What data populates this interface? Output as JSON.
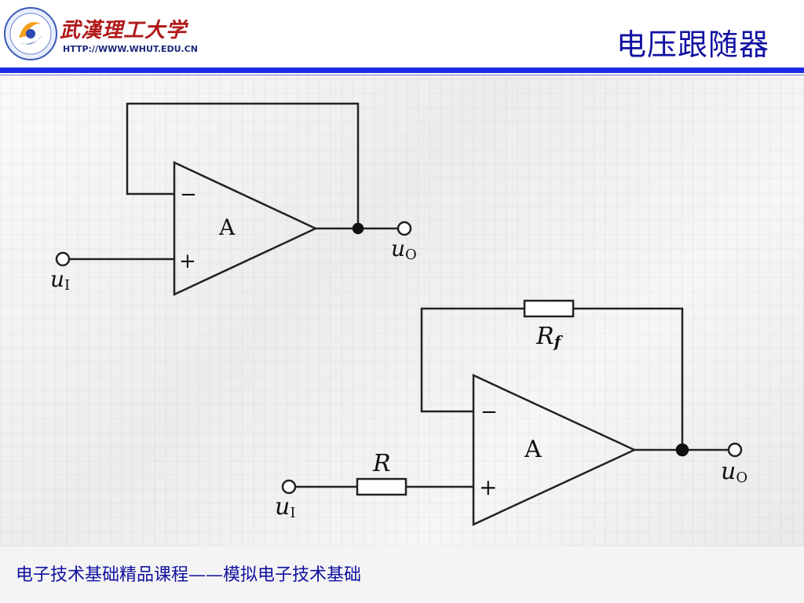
{
  "header": {
    "university_name": "武漢理工大学",
    "university_url": "HTTP://WWW.WHUT.EDU.CN",
    "title": "电压跟随器"
  },
  "diagram1": {
    "amp_label": "A",
    "minus_sign": "−",
    "plus_sign": "+",
    "input_label_main": "u",
    "input_label_sub": "I",
    "output_label_main": "u",
    "output_label_sub": "O"
  },
  "diagram2": {
    "amp_label": "A",
    "minus_sign": "−",
    "plus_sign": "+",
    "feedback_resistor_main": "R",
    "feedback_resistor_sub": "f",
    "input_resistor_label": "R",
    "input_label_main": "u",
    "input_label_sub": "I",
    "output_label_main": "u",
    "output_label_sub": "O"
  },
  "footer": {
    "text": "电子技术基础精品课程——模拟电子技术基础"
  },
  "colors": {
    "title": "#1010a0",
    "rule": "#1e2ee6",
    "logo_red": "#b01818",
    "wire": "#222222"
  }
}
